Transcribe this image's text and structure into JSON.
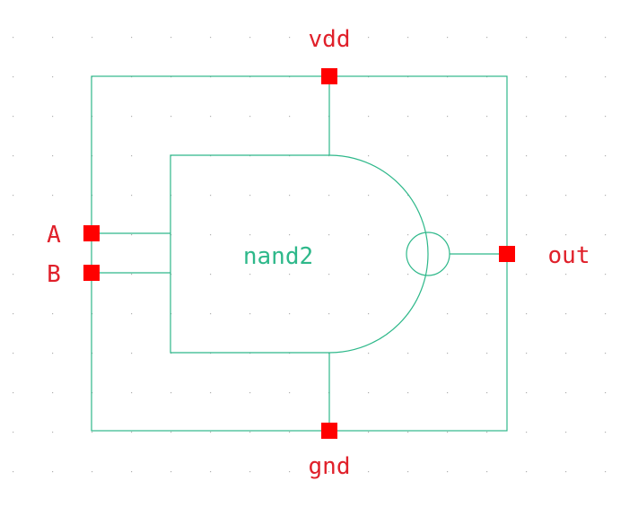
{
  "colors": {
    "background": "#ffffff",
    "grid_dot": "#b0b0b0",
    "wire": "#2eb88a",
    "pin": "#ff0000",
    "pin_label": "#e0202a",
    "cell_label": "#2eb88a"
  },
  "symbol": {
    "cell_name": "nand2",
    "pins": {
      "vdd": "vdd",
      "gnd": "gnd",
      "a": "A",
      "b": "B",
      "out": "out"
    }
  }
}
